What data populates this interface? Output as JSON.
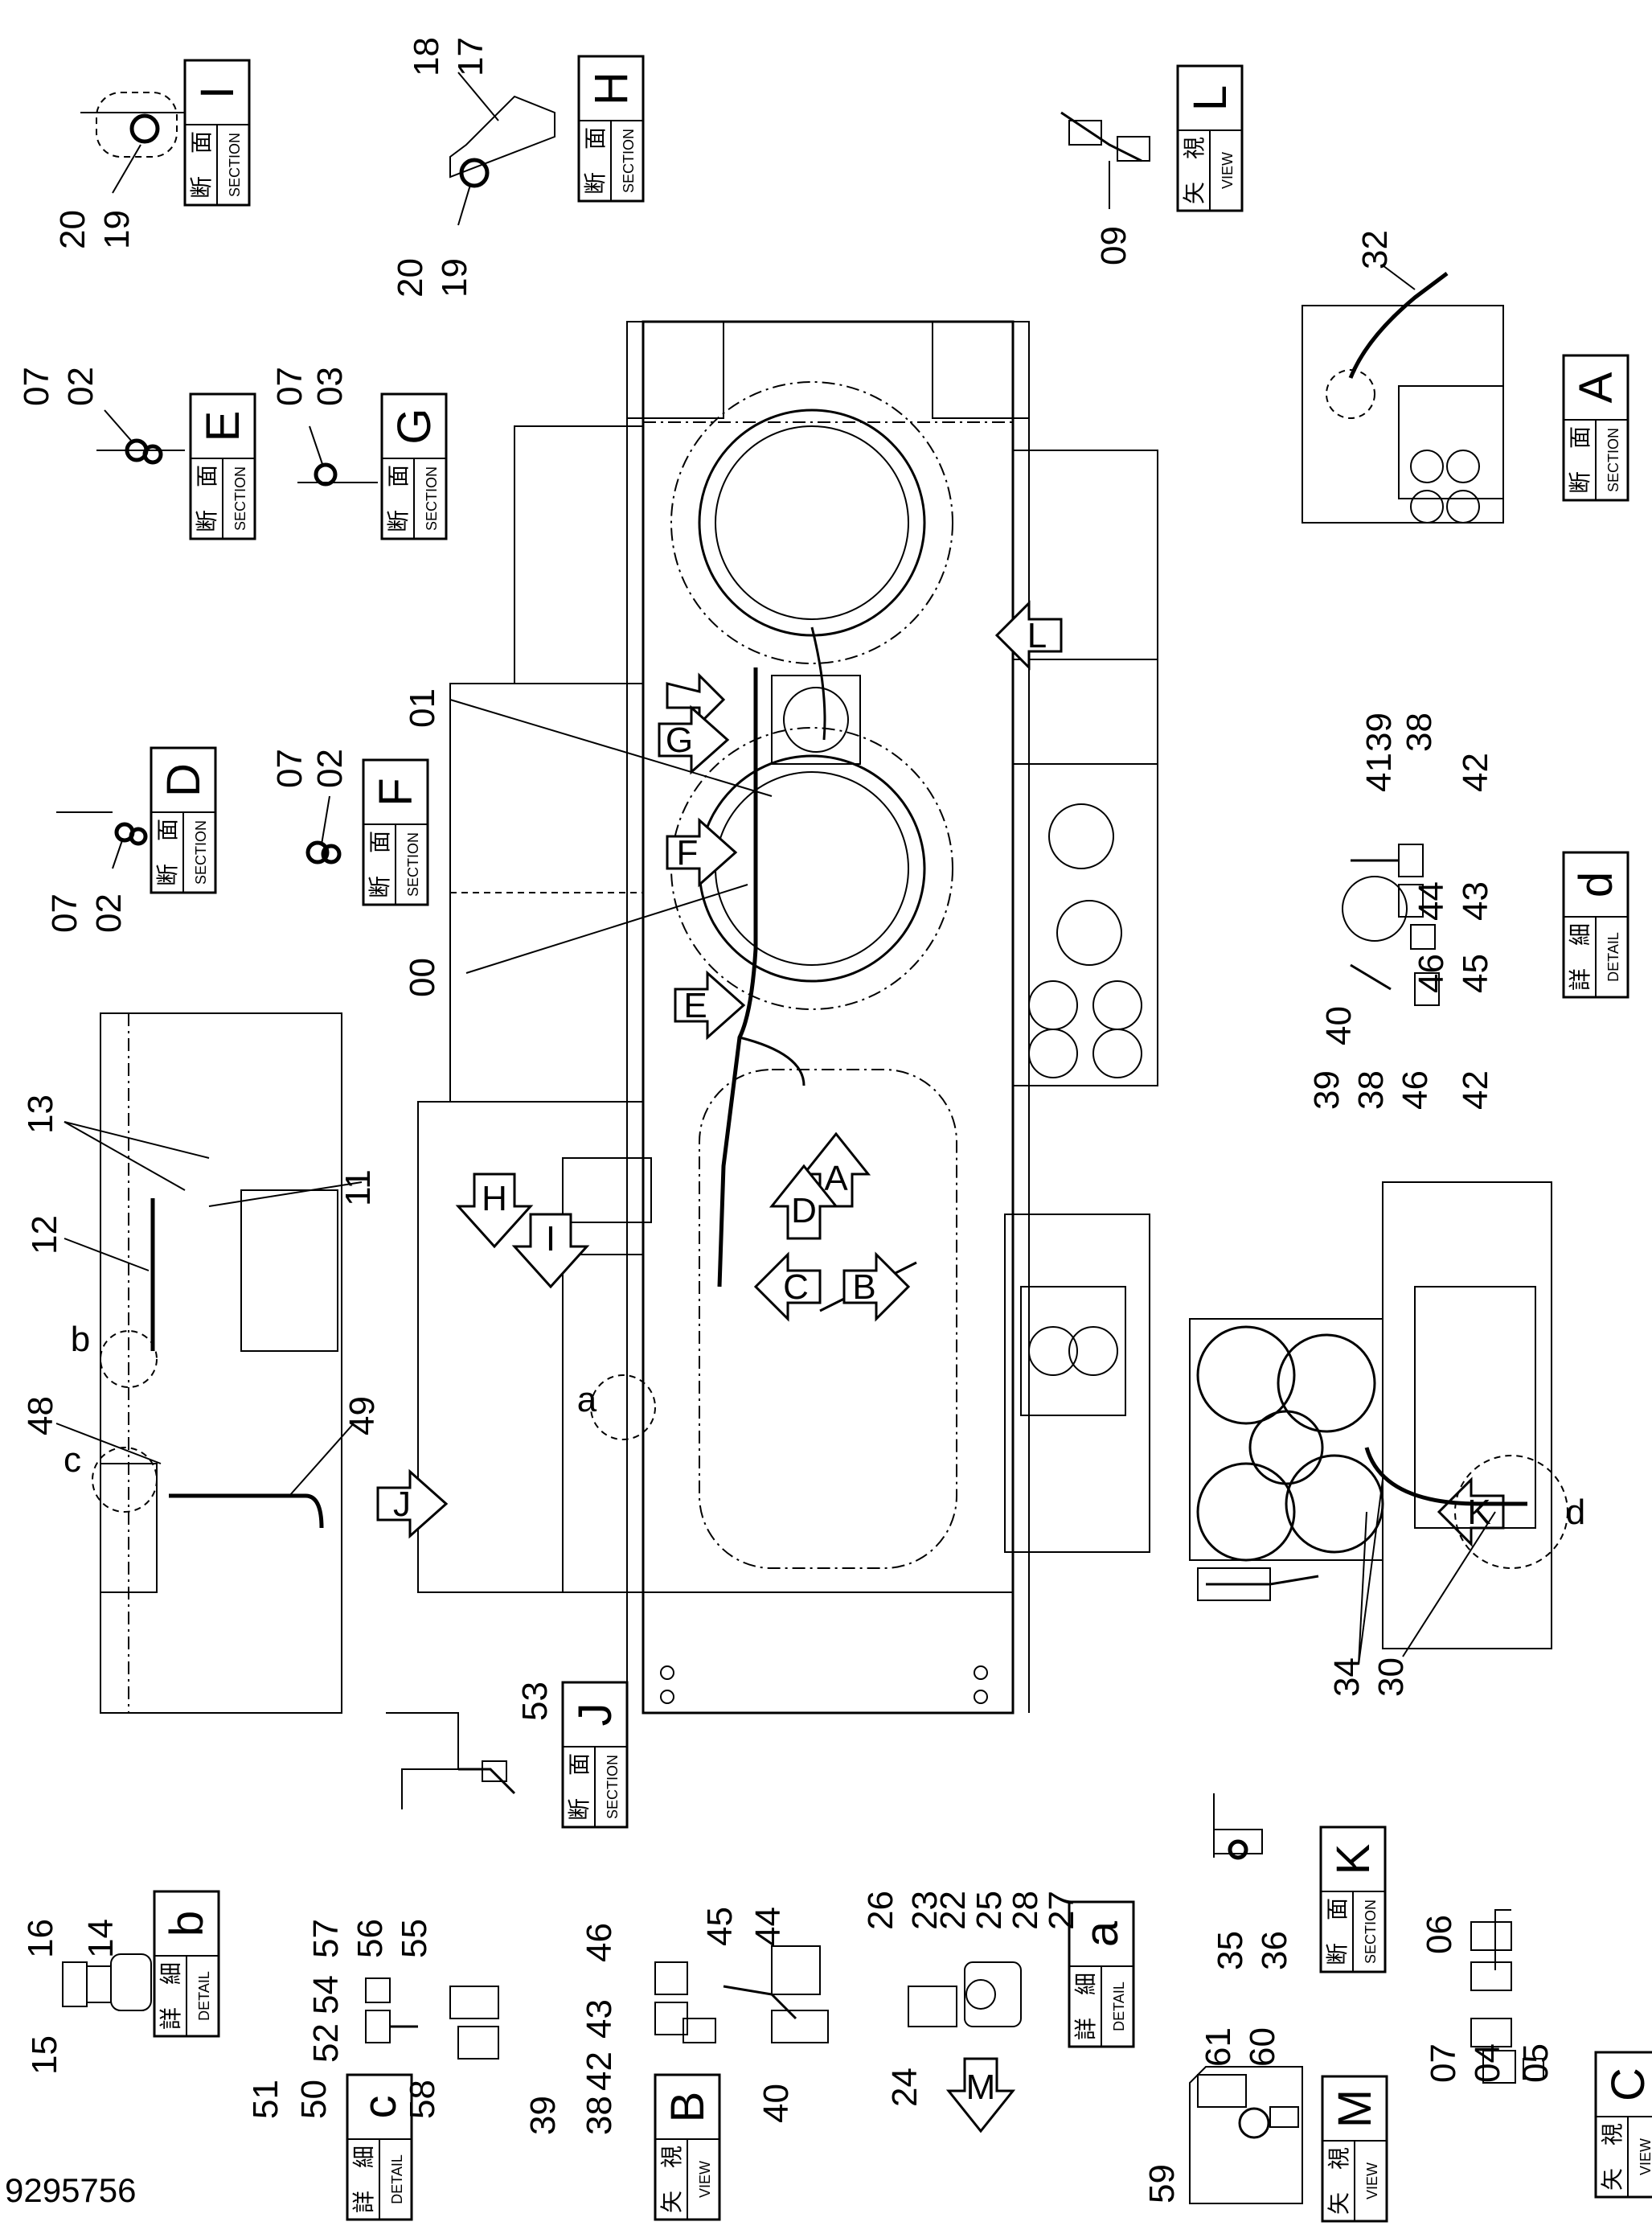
{
  "drawing_number": "9295756",
  "label_text": {
    "section_kanji": "断　面",
    "section_en": "SECTION",
    "detail_kanji": "詳　細",
    "detail_en": "DETAIL",
    "view_kanji": "矢　視",
    "view_en": "VIEW"
  },
  "section_labels": [
    {
      "letter": "I",
      "kind": "section"
    },
    {
      "letter": "H",
      "kind": "section"
    },
    {
      "letter": "L",
      "kind": "view"
    },
    {
      "letter": "E",
      "kind": "section"
    },
    {
      "letter": "G",
      "kind": "section"
    },
    {
      "letter": "A",
      "kind": "section"
    },
    {
      "letter": "D",
      "kind": "section"
    },
    {
      "letter": "F",
      "kind": "section"
    },
    {
      "letter": "d",
      "kind": "detail"
    },
    {
      "letter": "J",
      "kind": "section"
    },
    {
      "letter": "K",
      "kind": "section"
    },
    {
      "letter": "b",
      "kind": "detail"
    },
    {
      "letter": "c",
      "kind": "detail"
    },
    {
      "letter": "B",
      "kind": "view"
    },
    {
      "letter": "a",
      "kind": "detail"
    },
    {
      "letter": "C",
      "kind": "view"
    },
    {
      "letter": "M",
      "kind": "view"
    }
  ],
  "view_arrows": [
    "A",
    "B",
    "C",
    "D",
    "E",
    "F",
    "G",
    "H",
    "I",
    "J",
    "K",
    "L",
    "M"
  ],
  "detail_circles": [
    "a",
    "b",
    "c",
    "d"
  ],
  "callouts": [
    "20",
    "19",
    "20",
    "19",
    "18",
    "17",
    "09",
    "07",
    "02",
    "07",
    "03",
    "32",
    "07",
    "02",
    "07",
    "02",
    "01",
    "00",
    "41",
    "39",
    "38",
    "42",
    "43",
    "44",
    "46",
    "45",
    "40",
    "39",
    "38",
    "46",
    "42",
    "13",
    "11",
    "12",
    "48",
    "49",
    "34",
    "30",
    "53",
    "16",
    "14",
    "15",
    "57",
    "56",
    "55",
    "54",
    "52",
    "50",
    "51",
    "58",
    "46",
    "43",
    "42",
    "45",
    "44",
    "39",
    "38",
    "40",
    "26",
    "23",
    "22",
    "25",
    "28",
    "27",
    "24",
    "35",
    "36",
    "06",
    "07",
    "04",
    "05",
    "61",
    "60",
    "59"
  ]
}
